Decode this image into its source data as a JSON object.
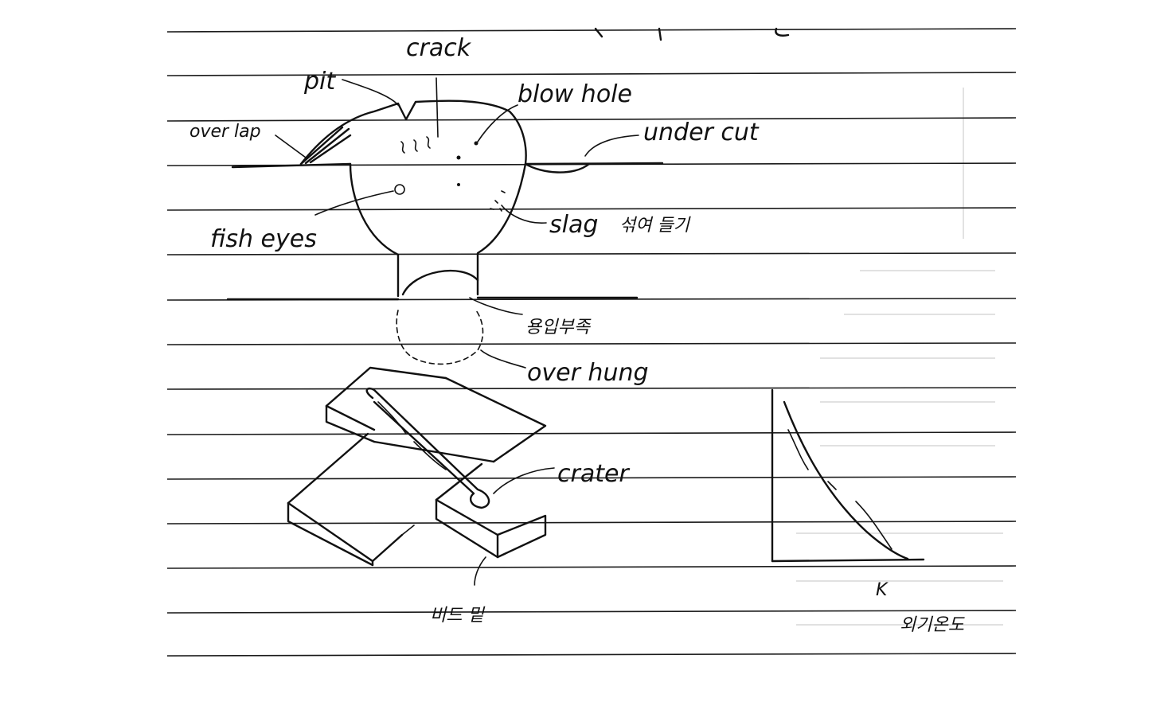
{
  "diagram": {
    "labels": {
      "crack": "crack",
      "pit": "pit",
      "blow_hole": "blow hole",
      "over_lap": "over lap",
      "under_cut": "under cut",
      "fish_eyes": "fish eyes",
      "slag": "slag",
      "slag_korean": "섞여 들기",
      "penetration_lack": "용입부족",
      "over_hung": "over hung",
      "crater": "crater",
      "bead_korean": "비드 밑",
      "graph_axis": "K",
      "graph_note": "외기온도"
    },
    "colors": {
      "ink": "#111111",
      "paper": "#ffffff",
      "rule": "#1a1a1a"
    }
  }
}
